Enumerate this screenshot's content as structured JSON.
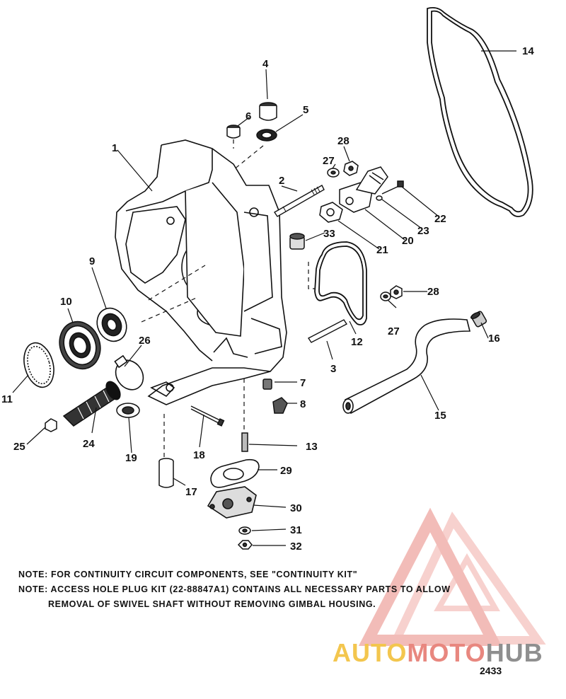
{
  "callouts": [
    {
      "id": "1",
      "label": "1"
    },
    {
      "id": "2",
      "label": "2"
    },
    {
      "id": "3",
      "label": "3"
    },
    {
      "id": "4",
      "label": "4"
    },
    {
      "id": "5",
      "label": "5"
    },
    {
      "id": "6",
      "label": "6"
    },
    {
      "id": "7",
      "label": "7"
    },
    {
      "id": "8",
      "label": "8"
    },
    {
      "id": "9",
      "label": "9"
    },
    {
      "id": "10",
      "label": "10"
    },
    {
      "id": "11",
      "label": "11"
    },
    {
      "id": "12",
      "label": "12"
    },
    {
      "id": "13",
      "label": "13"
    },
    {
      "id": "14",
      "label": "14"
    },
    {
      "id": "15",
      "label": "15"
    },
    {
      "id": "16",
      "label": "16"
    },
    {
      "id": "17",
      "label": "17"
    },
    {
      "id": "18",
      "label": "18"
    },
    {
      "id": "19",
      "label": "19"
    },
    {
      "id": "20",
      "label": "20"
    },
    {
      "id": "21",
      "label": "21"
    },
    {
      "id": "22",
      "label": "22"
    },
    {
      "id": "23",
      "label": "23"
    },
    {
      "id": "24",
      "label": "24"
    },
    {
      "id": "25",
      "label": "25"
    },
    {
      "id": "26",
      "label": "26"
    },
    {
      "id": "27a",
      "label": "27"
    },
    {
      "id": "27b",
      "label": "27"
    },
    {
      "id": "28a",
      "label": "28"
    },
    {
      "id": "28b",
      "label": "28"
    },
    {
      "id": "29",
      "label": "29"
    },
    {
      "id": "30",
      "label": "30"
    },
    {
      "id": "31",
      "label": "31"
    },
    {
      "id": "32",
      "label": "32"
    },
    {
      "id": "33",
      "label": "33"
    }
  ],
  "notes": [
    "NOTE:  FOR CONTINUITY CIRCUIT COMPONENTS, SEE \"CONTINUITY KIT\"",
    "NOTE:   ACCESS HOLE PLUG KIT (22-88847A1) CONTAINS ALL NECESSARY PARTS TO ALLOW",
    "REMOVAL OF SWIVEL SHAFT WITHOUT REMOVING GIMBAL HOUSING."
  ],
  "drawing_number": "2433",
  "watermark": {
    "part1": "AUTO",
    "part2": "MOTO",
    "part3": "HUB",
    "colors": {
      "yellow": "#f3c64e",
      "red": "#e8877f",
      "gray": "#8f8f8f"
    }
  }
}
